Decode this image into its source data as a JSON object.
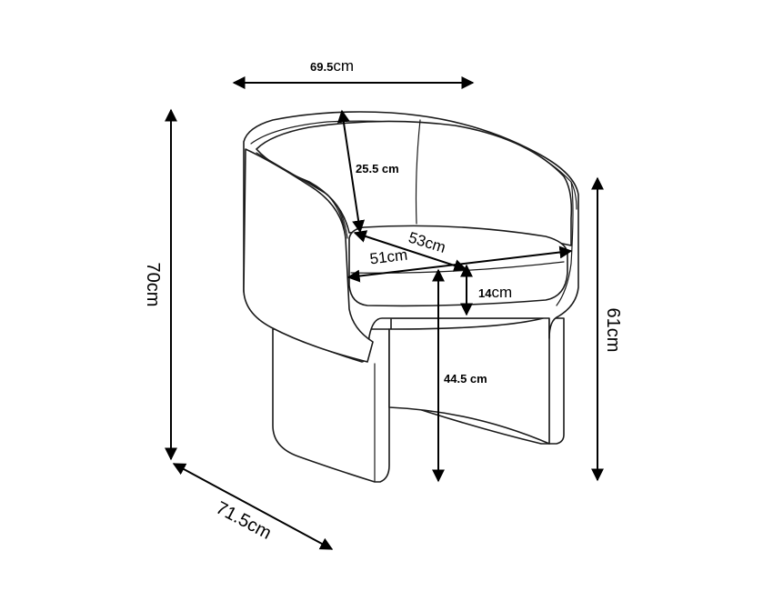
{
  "dimensions": {
    "width": {
      "value": "69.5",
      "unit": "cm"
    },
    "total_height": "70cm",
    "depth": "71.5cm",
    "arm_height": "61cm",
    "back_height": "25.5 cm",
    "seat_diagonal": "53cm",
    "seat_depth": "51cm",
    "cushion_thickness": {
      "value": "14",
      "unit": "cm"
    },
    "seat_height": "44.5 cm"
  },
  "colors": {
    "line": "#1a1a1a",
    "dimension_line": "#000000"
  }
}
